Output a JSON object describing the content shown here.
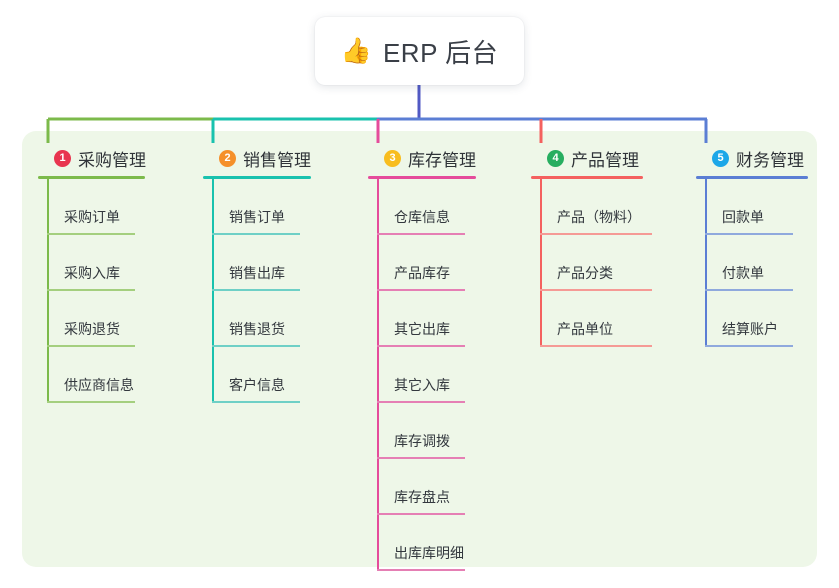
{
  "root": {
    "icon": "thumbs-up-icon",
    "emoji": "👍",
    "title": "ERP 后台"
  },
  "colors": {
    "panel_bg": "#eef7e8",
    "root_trunk": "#5159c4",
    "branch_1": "#7cba4b",
    "branch_2": "#19c2ae",
    "branch_3": "#e54c9b",
    "branch_4": "#f4615f",
    "branch_5": "#5b7ed4",
    "badge_1": "#e8354f",
    "badge_2": "#f5902a",
    "badge_3": "#f8bd1e",
    "badge_4": "#27ae60",
    "badge_5": "#1ca7e8",
    "leaf_1": "#a4cf7e",
    "leaf_2": "#6ed0c6",
    "leaf_3": "#e57fb4",
    "leaf_4": "#f59a95",
    "leaf_5": "#8fa9dd",
    "text": "#33383e"
  },
  "branches": [
    {
      "number": "1",
      "label": "采购管理",
      "items": [
        "采购订单",
        "采购入库",
        "采购退货",
        "供应商信息"
      ]
    },
    {
      "number": "2",
      "label": "销售管理",
      "items": [
        "销售订单",
        "销售出库",
        "销售退货",
        "客户信息"
      ]
    },
    {
      "number": "3",
      "label": "库存管理",
      "items": [
        "仓库信息",
        "产品库存",
        "其它出库",
        "其它入库",
        "库存调拨",
        "库存盘点",
        "出库库明细"
      ]
    },
    {
      "number": "4",
      "label": "产品管理",
      "items": [
        "产品（物料）",
        "产品分类",
        "产品单位"
      ]
    },
    {
      "number": "5",
      "label": "财务管理",
      "items": [
        "回款单",
        "付款单",
        "结算账户"
      ]
    }
  ]
}
